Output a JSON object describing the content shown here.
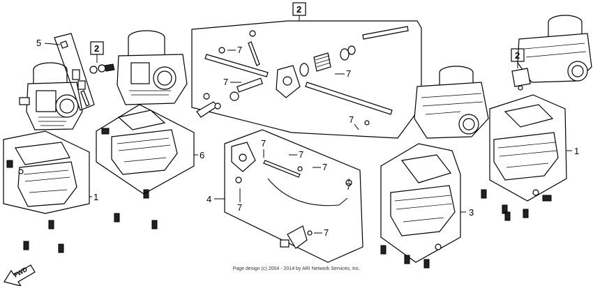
{
  "callouts": {
    "c1_left": "1",
    "c1_right": "1",
    "c2_top": "2",
    "c2_left": "2",
    "c2_right": "2",
    "c3": "3",
    "c4": "4",
    "c5": "5",
    "c6": "6",
    "c7_a": "7",
    "c7_b": "7",
    "c7_c": "7",
    "c7_d": "7",
    "c7_e": "7",
    "c7_f": "7",
    "c7_g": "7",
    "c7_h": "7",
    "c7_i": "7",
    "c7_j": "7"
  },
  "fwd_label": "FWD",
  "copyright": "Page design (c) 2004 - 2014 by ARI Network Services, Inc."
}
